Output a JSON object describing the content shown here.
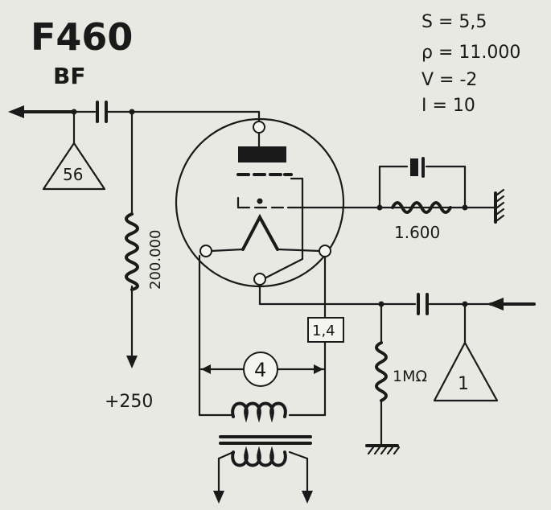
{
  "title": "F460",
  "subtitle": "BF",
  "specs": {
    "s": "S = 5,5",
    "rho": "ρ = 11.000",
    "v": "V = -2",
    "i": "I = 10"
  },
  "labels": {
    "out_triangle": "56",
    "in_triangle": "1",
    "plate_resistor": "200.000",
    "cathode_resistor": "1.600",
    "grid_resistor": "1MΩ",
    "supply": "+250",
    "heater_current": "1,4",
    "heater_voltage": "4"
  },
  "colors": {
    "ink": "#1a1a1a",
    "paper": "#e9e9e4"
  }
}
